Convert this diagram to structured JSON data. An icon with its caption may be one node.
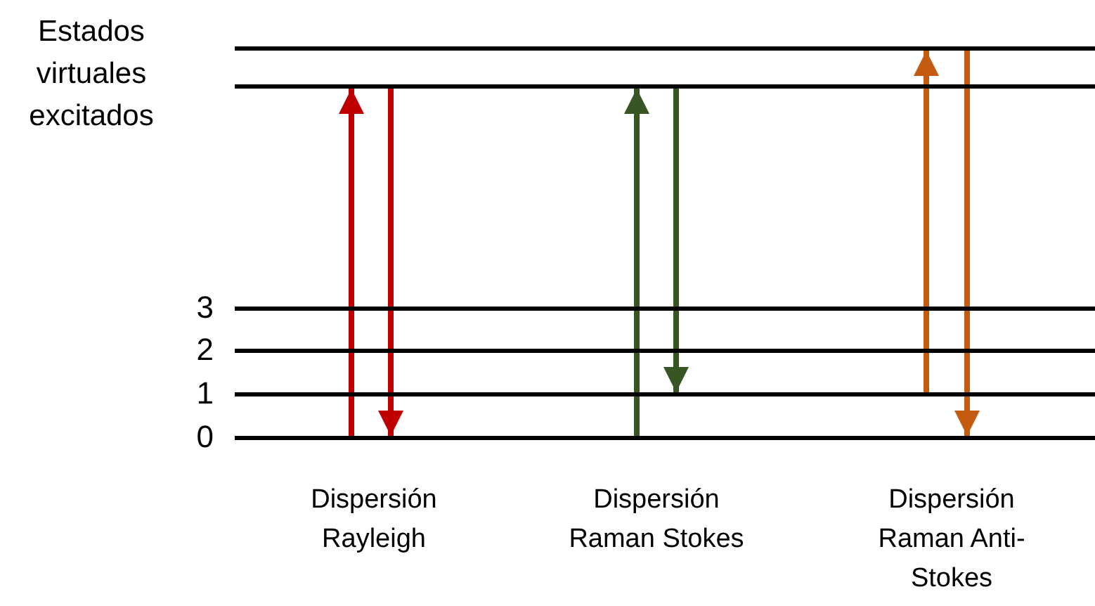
{
  "diagram": {
    "nodes": [
      {
        "text": [],
        "shape": "bar"
      },
      {
        "text": [],
        "shape": "bar"
      },
      {
        "text": [],
        "shape": "bar",
        "beside": [
          "3"
        ]
      },
      {
        "text": [],
        "shape": "bar",
        "beside": [
          "2"
        ]
      },
      {
        "text": [],
        "shape": "bar",
        "beside": [
          "1"
        ]
      },
      {
        "text": [],
        "shape": "bar",
        "beside": [
          "0"
        ]
      }
    ],
    "edges": [
      {
        "from": 5,
        "to": 1,
        "arrow": "to",
        "color": "#c00000"
      },
      {
        "from": 1,
        "to": 5,
        "arrow": "to",
        "color": "#c00000"
      },
      {
        "from": 5,
        "to": 1,
        "arrow": "to",
        "color": "#375623"
      },
      {
        "from": 1,
        "to": 4,
        "arrow": "to",
        "color": "#375623"
      },
      {
        "from": 4,
        "to": 0,
        "arrow": "to",
        "color": "#c55a11"
      },
      {
        "from": 0,
        "to": 5,
        "arrow": "to",
        "color": "#c55a11"
      }
    ],
    "labels": [
      "Estados virtuales excitados",
      "Dispersión Rayleigh",
      "Dispersión Raman Stokes",
      "Dispersión Raman Anti-Stokes"
    ]
  }
}
